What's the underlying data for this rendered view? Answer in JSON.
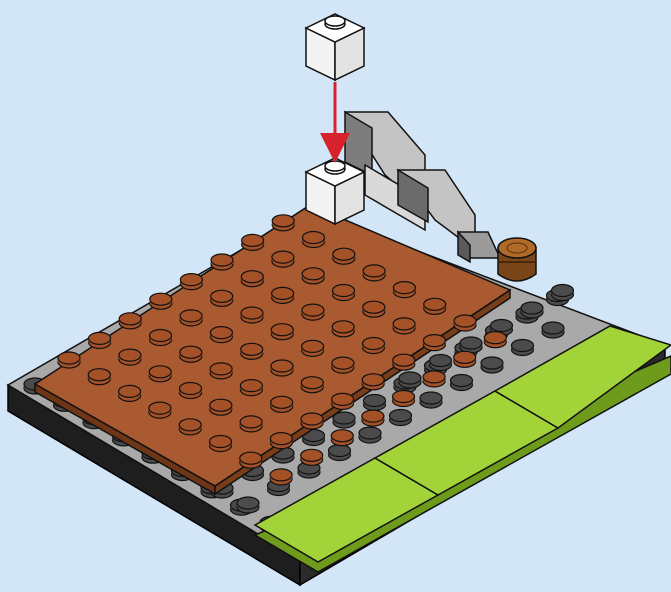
{
  "instruction": {
    "step_type": "add-brick",
    "brick_name": "white-1x1-brick",
    "quantity": 1,
    "arrow_color": "#d6222c"
  },
  "colors": {
    "background": "#d2e6f8",
    "gray_plate": "#a9a9a9",
    "gray_stud": "#4b4b4b",
    "brown_plate": "#a95a30",
    "brown_stud": "#a45128",
    "green_tile": "#a2d43a",
    "white_brick": "#ffffff",
    "wall_gray": "#c4c4c4",
    "barrel": "#7a4518"
  },
  "scene": {
    "baseplate": {
      "color": "gray",
      "stud_rows": 10,
      "stud_cols": 12
    },
    "soil_plate": {
      "color": "brown",
      "stud_rows": 8,
      "stud_cols": 8
    },
    "grass_tiles": {
      "color": "lime",
      "count": 3
    },
    "rock_wall": {
      "color": "light-gray",
      "segments": 3
    },
    "accessories": [
      "barrel"
    ]
  }
}
